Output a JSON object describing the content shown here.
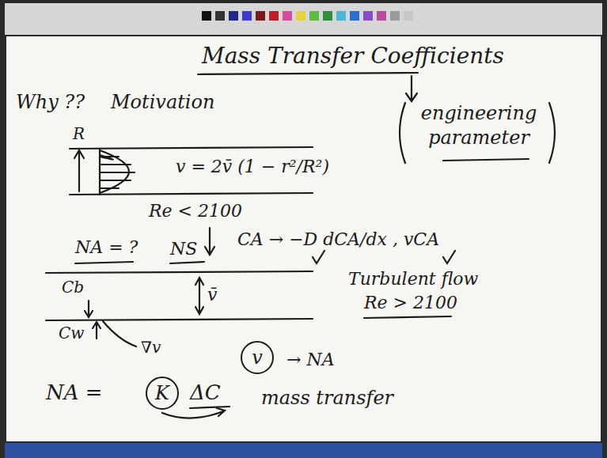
{
  "diagram": {
    "title": "Mass Transfer Coefficients",
    "nodes": [
      {
        "text": [
          "v"
        ]
      },
      {
        "text": [
          "K"
        ]
      }
    ],
    "labels": [
      "Why ??",
      "Motivation",
      "R",
      "v = 2v̄ (1 − r²/R²)",
      "Re < 2100",
      "NA = ?",
      "NS",
      "CA → −D dCA/dx , vCA",
      "Cb",
      "Cw",
      "v̄",
      "Turbulent flow",
      "Re > 2100",
      "∇v",
      "→ NA",
      "NA =",
      "ΔC",
      "mass transfer",
      "engineering parameter"
    ]
  }
}
